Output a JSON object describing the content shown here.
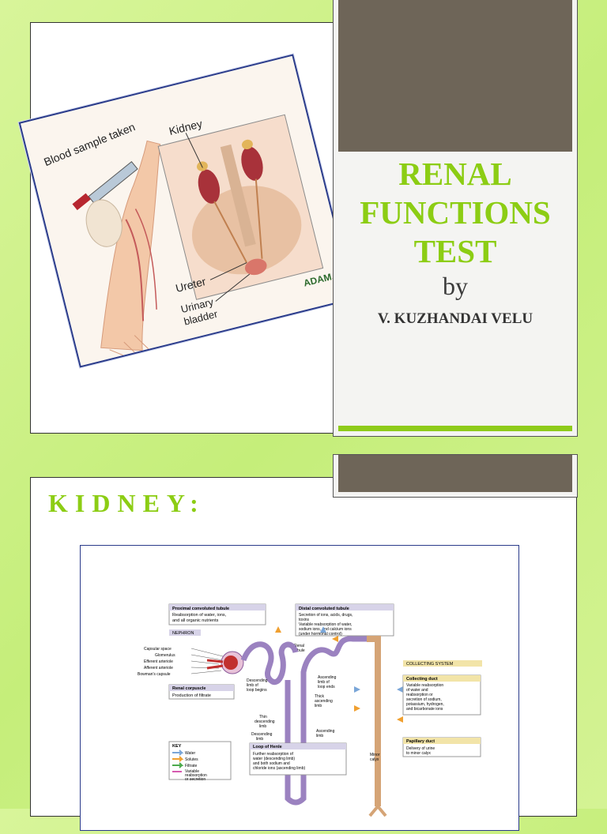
{
  "slide1": {
    "title": [
      "RENAL",
      "FUNCTIONS",
      "TEST"
    ],
    "by": "by",
    "author": "V. KUZHANDAI VELU",
    "image": {
      "blood_sample_label": "Blood sample taken",
      "kidney_label": "Kidney",
      "ureter_label": "Ureter",
      "bladder_label": [
        "Urinary",
        "bladder"
      ],
      "credit": "ADAM."
    }
  },
  "slide2": {
    "heading": "KIDNEY:",
    "diagram": {
      "pct_title": "Proximal convoluted tubule",
      "pct_body": [
        "Reabsorption of water, ions,",
        "and all organic nutrients"
      ],
      "nephron": "NEPHRON",
      "dct_title": "Distal convoluted tubule",
      "dct_body": [
        "Secretion of ions, acids, drugs,",
        "toxins",
        "Variable reabsorption of water,",
        "sodium ions, and calcium ions",
        "(under hormonal control)"
      ],
      "renal_tubule": [
        "Renal",
        "tubule"
      ],
      "collecting_system": "COLLECTING SYSTEM",
      "left_labels": [
        "Capsular space",
        "Glomerulus",
        "Efferent arteriole",
        "Afferent arteriole",
        "Bowman's capsule"
      ],
      "renal_corpuscle": "Renal corpuscle",
      "renal_corpuscle_body": "Production of filtrate",
      "descending_loop": [
        "Descending",
        "limb of",
        "loop begins"
      ],
      "ascending_loop": [
        "Ascending",
        "limb of",
        "loop ends"
      ],
      "thick_ascending": [
        "Thick",
        "ascending",
        "limb"
      ],
      "thin_descending": [
        "Thin",
        "descending",
        "limb"
      ],
      "descending_limb": [
        "Descending",
        "limb"
      ],
      "ascending_limb": [
        "Ascending",
        "limb"
      ],
      "collecting_duct_title": "Collecting duct",
      "collecting_duct_body": [
        "Variable reabsorption",
        "of water and",
        "reabsorption or",
        "secretion of sodium,",
        "potassium, hydrogen,",
        "and bicarbonate ions"
      ],
      "papillary_duct_title": "Papillary duct",
      "papillary_duct_body": [
        "Delivery of urine",
        "to minor calyx"
      ],
      "minor_calyx": [
        "Minor",
        "calyx"
      ],
      "key_title": "KEY",
      "key_items": [
        "Water",
        "Solutes",
        "Filtrate",
        "Variable",
        "reabsorption",
        "or secretion"
      ],
      "loop_title": "Loop of Henle",
      "loop_body": [
        "Further reabsorption of",
        "water (descending limb)",
        "and both sodium and",
        "chloride ions (ascending limb)"
      ]
    }
  }
}
